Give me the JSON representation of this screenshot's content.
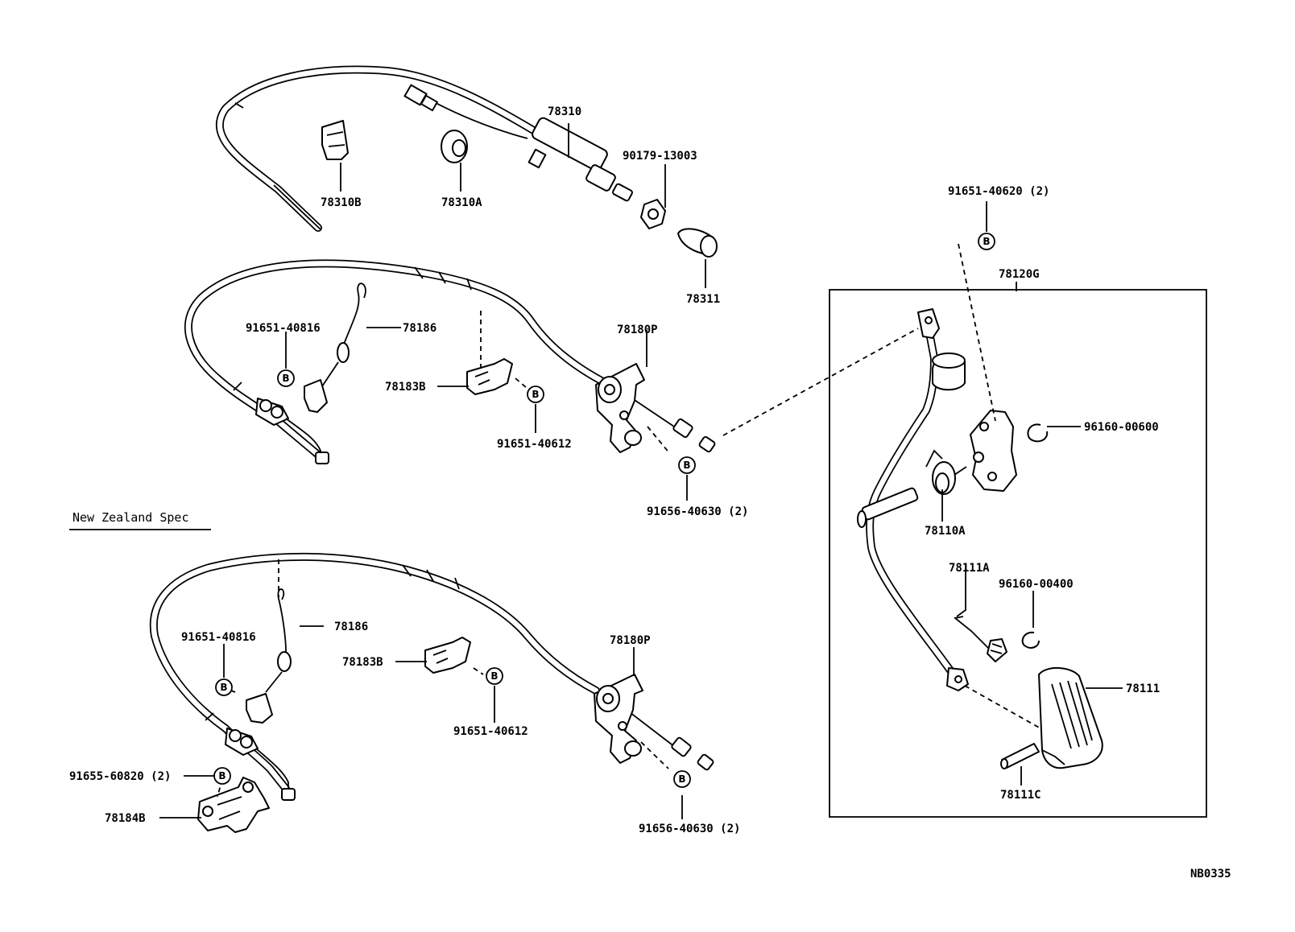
{
  "labels": {
    "p78310": "78310",
    "p90179_13003": "90179-13003",
    "p78310B": "78310B",
    "p78310A": "78310A",
    "p78311": "78311",
    "p91651_40620": "91651-40620 (2)",
    "p78120G": "78120G",
    "p78186_top": "78186",
    "p91651_40816_top": "91651-40816",
    "p78180P_top": "78180P",
    "p78183B_top": "78183B",
    "p91651_40612_top": "91651-40612",
    "p91656_40630_top": "91656-40630 (2)",
    "p96160_00600": "96160-00600",
    "p78110A": "78110A",
    "p78111A": "78111A",
    "p96160_00400": "96160-00400",
    "p78111": "78111",
    "p78111C": "78111C",
    "p78186_bot": "78186",
    "p91651_40816_bot": "91651-40816",
    "p78180P_bot": "78180P",
    "p78183B_bot": "78183B",
    "p91651_40612_bot": "91651-40612",
    "p91655_60820": "91655-60820 (2)",
    "p78184B": "78184B",
    "p91656_40630_bot": "91656-40630 (2)"
  },
  "note_nz": "New Zealand Spec",
  "diagram_code": "NB0335",
  "bolt_letter": "B"
}
